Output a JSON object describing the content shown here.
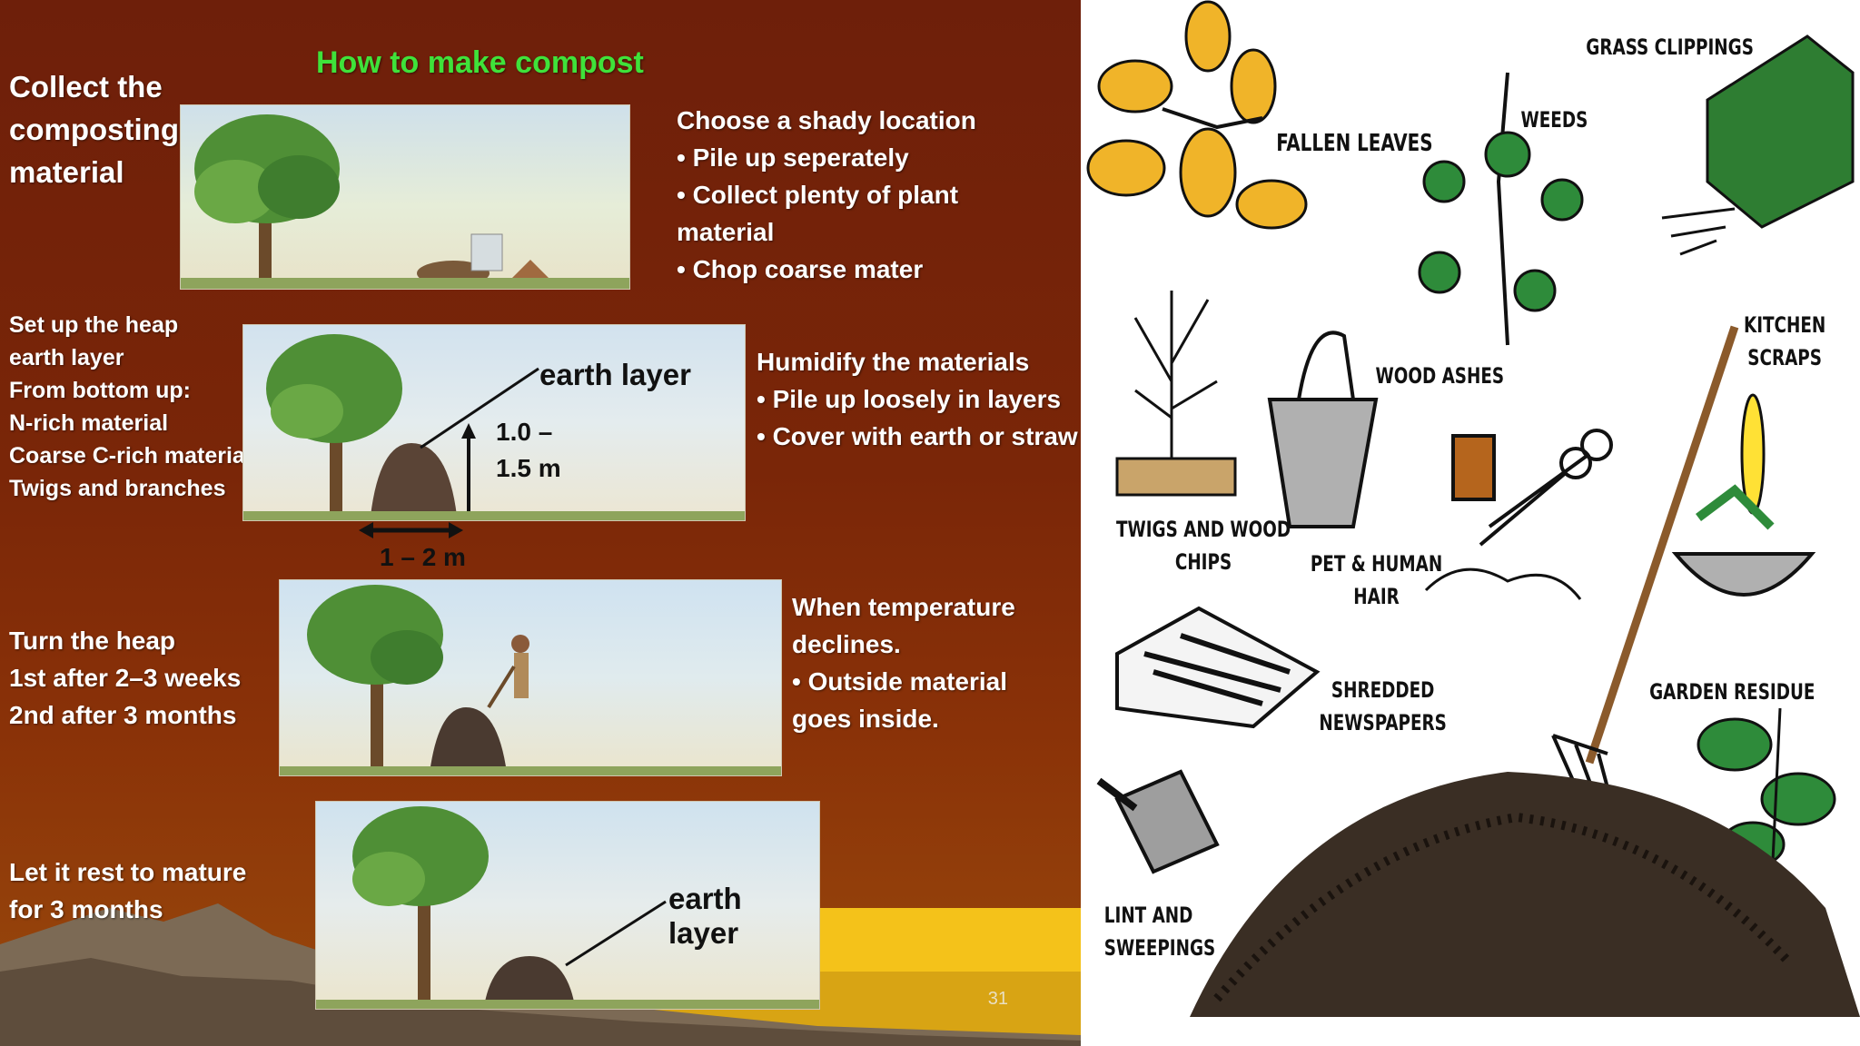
{
  "left_slide": {
    "title": "How to make compost",
    "step1": {
      "heading": "Collect the\ncomposting\nmaterial",
      "bullets": "Choose a shady location\n• Pile up seperately\n• Collect plenty of plant\nmaterial\n• Chop coarse mater"
    },
    "step2": {
      "heading": "Set up the heap\nearth layer\nFrom bottom up:\nN-rich material\nCoarse C-rich material\nTwigs and branches",
      "bullets": "Humidify the materials\n• Pile up loosely in layers\n• Cover with earth or straw",
      "earth_label": "earth layer",
      "height_label": "1.0 –\n1.5 m",
      "width_label": "1 – 2 m"
    },
    "step3": {
      "heading": "Turn the heap\n1st after 2–3 weeks\n2nd after 3 months",
      "bullets": "When temperature\ndeclines.\n• Outside material\ngoes inside."
    },
    "step4": {
      "heading": "Let it rest to mature\nfor 3 months",
      "earth_label": "earth layer"
    },
    "page_number": "31"
  },
  "right_illustration": {
    "fallen_leaves": "FALLEN LEAVES",
    "weeds": "WEEDS",
    "grass_clippings": "GRASS CLIPPINGS",
    "kitchen_scraps": "KITCHEN\nSCRAPS",
    "wood_ashes": "WOOD ASHES",
    "twigs_chips": "TWIGS AND WOOD\nCHIPS",
    "pet_hair": "PET & HUMAN\nHAIR",
    "shredded_newspapers": "SHREDDED\nNEWSPAPERS",
    "garden_residue": "GARDEN RESIDUE",
    "lint_sweepings": "LINT AND\nSWEEPINGS"
  },
  "colors": {
    "title_green": "#3fe23a",
    "slide_bg": "#7a2608",
    "leaf_yellow": "#f0b429",
    "leaf_green": "#2e8b3a"
  }
}
